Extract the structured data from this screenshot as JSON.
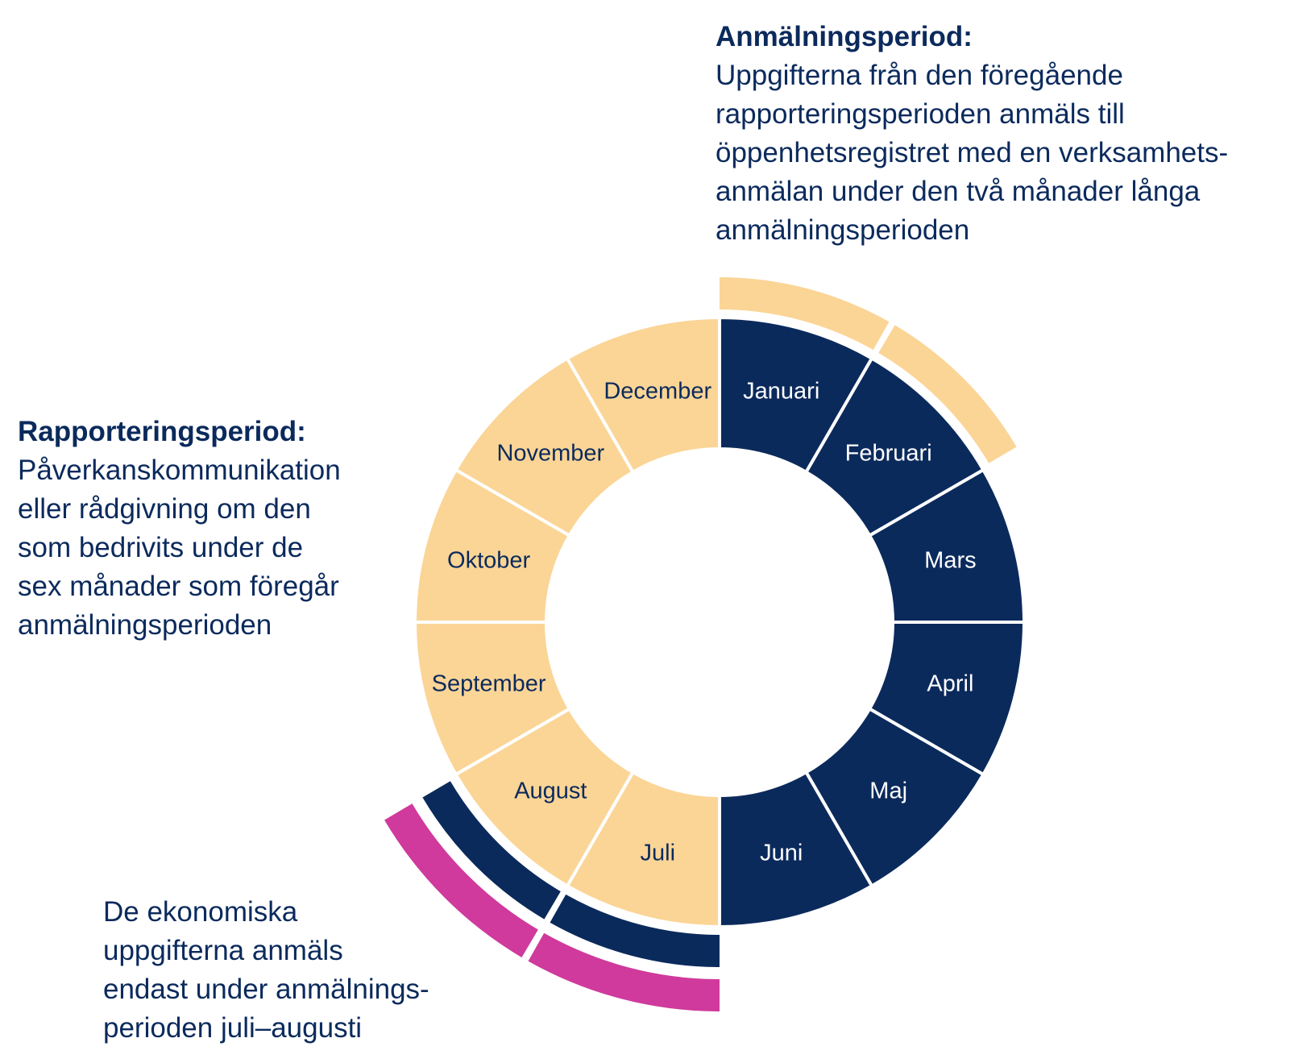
{
  "colors": {
    "navy": "#0b2a5c",
    "peach": "#fbd596",
    "magenta": "#cf3a9c",
    "white": "#ffffff"
  },
  "wheel": {
    "months": [
      {
        "label": "Januari",
        "color": "navy",
        "text_color": "white"
      },
      {
        "label": "Februari",
        "color": "navy",
        "text_color": "white"
      },
      {
        "label": "Mars",
        "color": "navy",
        "text_color": "white"
      },
      {
        "label": "April",
        "color": "navy",
        "text_color": "white"
      },
      {
        "label": "Maj",
        "color": "navy",
        "text_color": "white"
      },
      {
        "label": "Juni",
        "color": "navy",
        "text_color": "white"
      },
      {
        "label": "Juli",
        "color": "peach",
        "text_color": "navy"
      },
      {
        "label": "August",
        "color": "peach",
        "text_color": "navy"
      },
      {
        "label": "September",
        "color": "peach",
        "text_color": "navy"
      },
      {
        "label": "Oktober",
        "color": "peach",
        "text_color": "navy"
      },
      {
        "label": "November",
        "color": "peach",
        "text_color": "navy"
      },
      {
        "label": "December",
        "color": "peach",
        "text_color": "navy"
      }
    ],
    "outer_bands": [
      {
        "months": [
          "Januari",
          "Februari"
        ],
        "color": "peach",
        "ring": 1
      },
      {
        "months": [
          "Juli",
          "August"
        ],
        "color": "navy",
        "ring": 1
      },
      {
        "months": [
          "Juli",
          "August"
        ],
        "color": "magenta",
        "ring": 2
      }
    ]
  },
  "annotations": {
    "anmalningsperiod": {
      "heading": "Anmälningsperiod:",
      "lines": [
        "Uppgifterna från den föregående",
        "rapporteringsperioden anmäls till",
        "öppenhetsregistret med en verksamhets-",
        "anmälan under den två månader långa",
        "anmälningsperioden"
      ]
    },
    "rapporteringsperiod": {
      "heading": "Rapporteringsperiod:",
      "lines": [
        "Påverkanskommunikation",
        "eller rådgivning om den",
        "som bedrivits under de",
        "sex månader som föregår",
        "anmälningsperioden"
      ]
    },
    "ekonomiska": {
      "lines": [
        "De ekonomiska",
        "uppgifterna anmäls",
        "endast under anmälnings-",
        "perioden juli–augusti"
      ]
    }
  }
}
